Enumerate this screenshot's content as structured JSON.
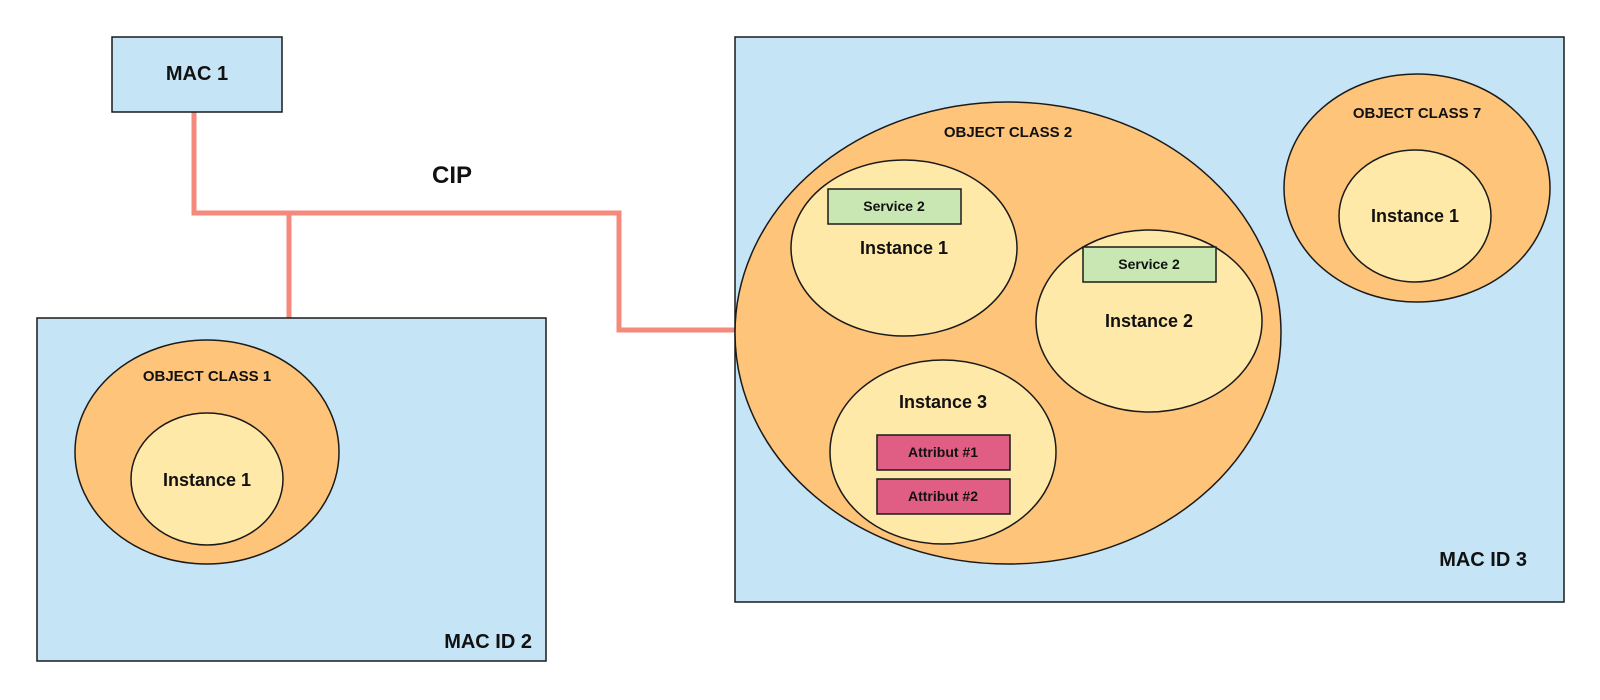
{
  "colors": {
    "mac_box_fill": "#c5e4f5",
    "object_class_fill": "#fdc47a",
    "instance_fill": "#ffe9a8",
    "service_fill": "#c8e7b2",
    "attribute_fill": "#e05e84",
    "bus_line": "#f58a7c",
    "outline": "#1a1a1a"
  },
  "bus": {
    "label": "CIP"
  },
  "mac1": {
    "label": "MAC 1"
  },
  "mac2": {
    "label": "MAC ID 2",
    "object_class": {
      "label": "OBJECT CLASS 1",
      "instances": [
        {
          "label": "Instance 1"
        }
      ]
    }
  },
  "mac3": {
    "label": "MAC ID 3",
    "object_class_2": {
      "label": "OBJECT CLASS 2",
      "instances": [
        {
          "label": "Instance 1",
          "service": "Service 2"
        },
        {
          "label": "Instance 2",
          "service": "Service 2"
        },
        {
          "label": "Instance 3",
          "attributes": [
            "Attribut #1",
            "Attribut #2"
          ]
        }
      ]
    },
    "object_class_7": {
      "label": "OBJECT CLASS 7",
      "instances": [
        {
          "label": "Instance 1"
        }
      ]
    }
  }
}
